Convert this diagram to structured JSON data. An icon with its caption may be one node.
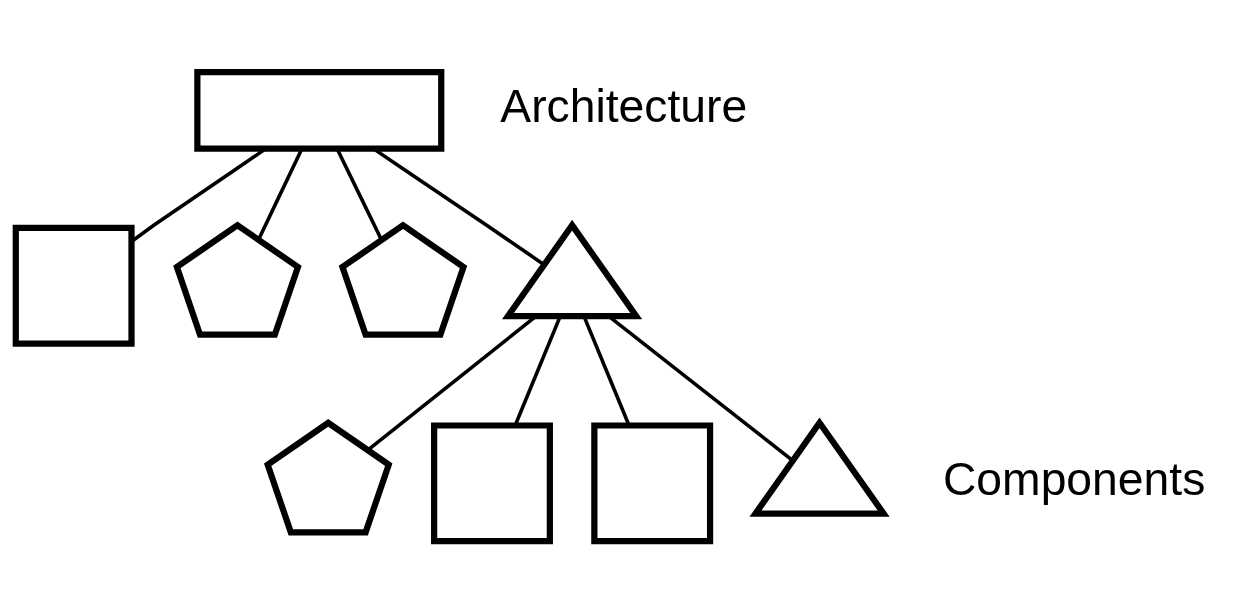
{
  "diagram": {
    "nodes": [
      {
        "text": [],
        "shape": "box"
      },
      {
        "text": [],
        "shape": "square"
      },
      {
        "text": [],
        "shape": "pentagon"
      },
      {
        "text": [],
        "shape": "pentagon"
      },
      {
        "text": [],
        "shape": "triangle"
      },
      {
        "text": [],
        "shape": "pentagon"
      },
      {
        "text": [],
        "shape": "square"
      },
      {
        "text": [],
        "shape": "square"
      },
      {
        "text": [],
        "shape": "triangle"
      }
    ],
    "edges": [
      {
        "from": 0,
        "to": 1,
        "arrow": "none"
      },
      {
        "from": 0,
        "to": 2,
        "arrow": "none"
      },
      {
        "from": 0,
        "to": 3,
        "arrow": "none"
      },
      {
        "from": 0,
        "to": 4,
        "arrow": "none"
      },
      {
        "from": 4,
        "to": 5,
        "arrow": "none"
      },
      {
        "from": 4,
        "to": 6,
        "arrow": "none"
      },
      {
        "from": 4,
        "to": 7,
        "arrow": "none"
      },
      {
        "from": 4,
        "to": 8,
        "arrow": "none"
      }
    ],
    "labels": [
      "Architecture",
      "Components"
    ]
  }
}
